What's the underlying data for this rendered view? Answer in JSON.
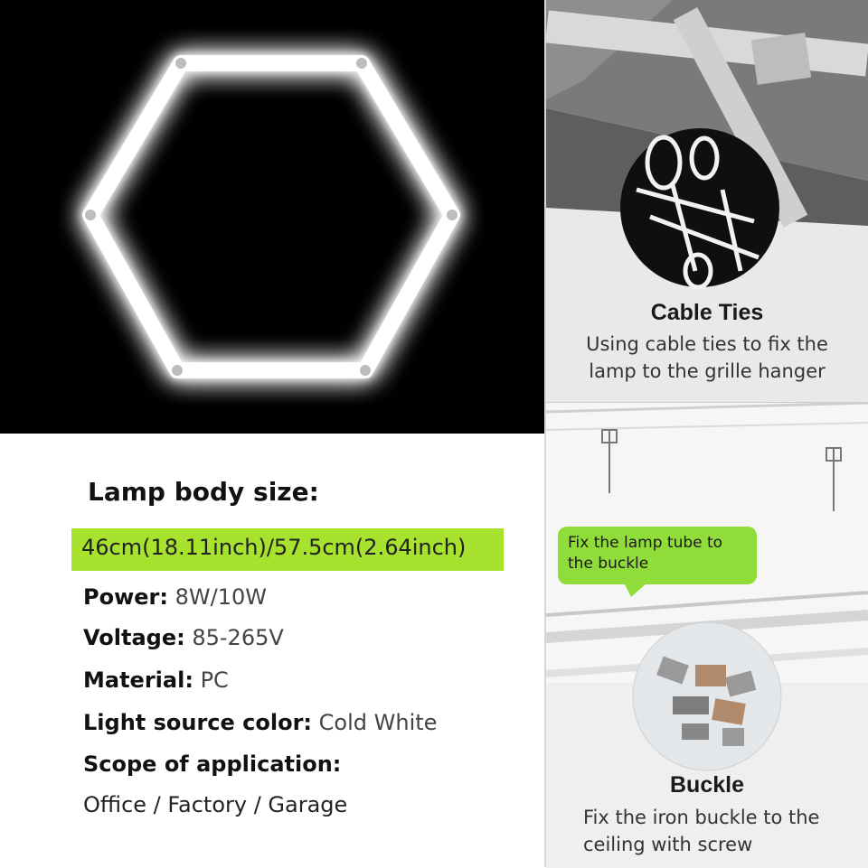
{
  "specs": {
    "title": "Lamp body size:",
    "size_value": "46cm(18.11inch)/57.5cm(2.64inch)",
    "rows": [
      {
        "label": "Power:",
        "value": "8W/10W"
      },
      {
        "label": "Voltage:",
        "value": "85-265V"
      },
      {
        "label": "Material:",
        "value": "PC"
      },
      {
        "label": "Light source color:",
        "value": "Cold White"
      },
      {
        "label": "Scope of application:",
        "value": ""
      }
    ],
    "scope_value": "Office / Factory / Garage"
  },
  "cable_ties": {
    "title": "Cable Ties",
    "description_line1": "Using cable ties to fix the",
    "description_line2": "lamp to the grille hanger"
  },
  "buckle": {
    "bubble_line1": "Fix the lamp tube to",
    "bubble_line2": "the buckle",
    "title": "Buckle",
    "description_line1": "Fix the iron buckle to the",
    "description_line2": "ceiling with screw"
  },
  "colors": {
    "highlight": "#a7e22f",
    "bubble": "#90dd3a",
    "lamp_background": "#000000"
  }
}
